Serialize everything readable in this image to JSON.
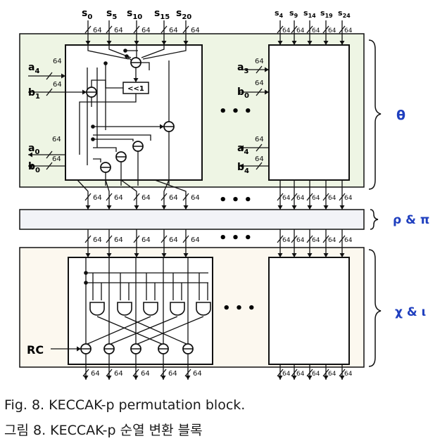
{
  "top_inputs_left": [
    {
      "name": "s",
      "sub": "0"
    },
    {
      "name": "s",
      "sub": "5"
    },
    {
      "name": "s",
      "sub": "10"
    },
    {
      "name": "s",
      "sub": "15"
    },
    {
      "name": "s",
      "sub": "20"
    }
  ],
  "top_inputs_right": [
    {
      "name": "s",
      "sub": "4"
    },
    {
      "name": "s",
      "sub": "9"
    },
    {
      "name": "s",
      "sub": "14"
    },
    {
      "name": "s",
      "sub": "19"
    },
    {
      "name": "s",
      "sub": "24"
    }
  ],
  "bus_width": "64",
  "theta_ports_left": [
    {
      "name": "a",
      "sub": "4"
    },
    {
      "name": "b",
      "sub": "1"
    },
    {
      "name": "a",
      "sub": "0"
    },
    {
      "name": "b",
      "sub": "0"
    }
  ],
  "theta_ports_right": [
    {
      "name": "a",
      "sub": "3"
    },
    {
      "name": "b",
      "sub": "0"
    },
    {
      "name": "a",
      "sub": "4"
    },
    {
      "name": "b",
      "sub": "4"
    }
  ],
  "rotate_label": "<<1",
  "ellipsis": "• • •",
  "stage_labels": {
    "theta": "θ",
    "rho_pi": "ρ & π",
    "chi_iota": "χ & ι"
  },
  "rc_label": "RC",
  "caption_en": "Fig.  8.  KECCAK-p  permutation  block.",
  "caption_ko": "그림  8.  KECCAK-p  순열  변환  블록",
  "colors": {
    "panel_fill": "#eef5e4",
    "panel_fill_chi": "#fcf8ef",
    "label_blue": "#1f3fbf",
    "line": "#111111"
  }
}
